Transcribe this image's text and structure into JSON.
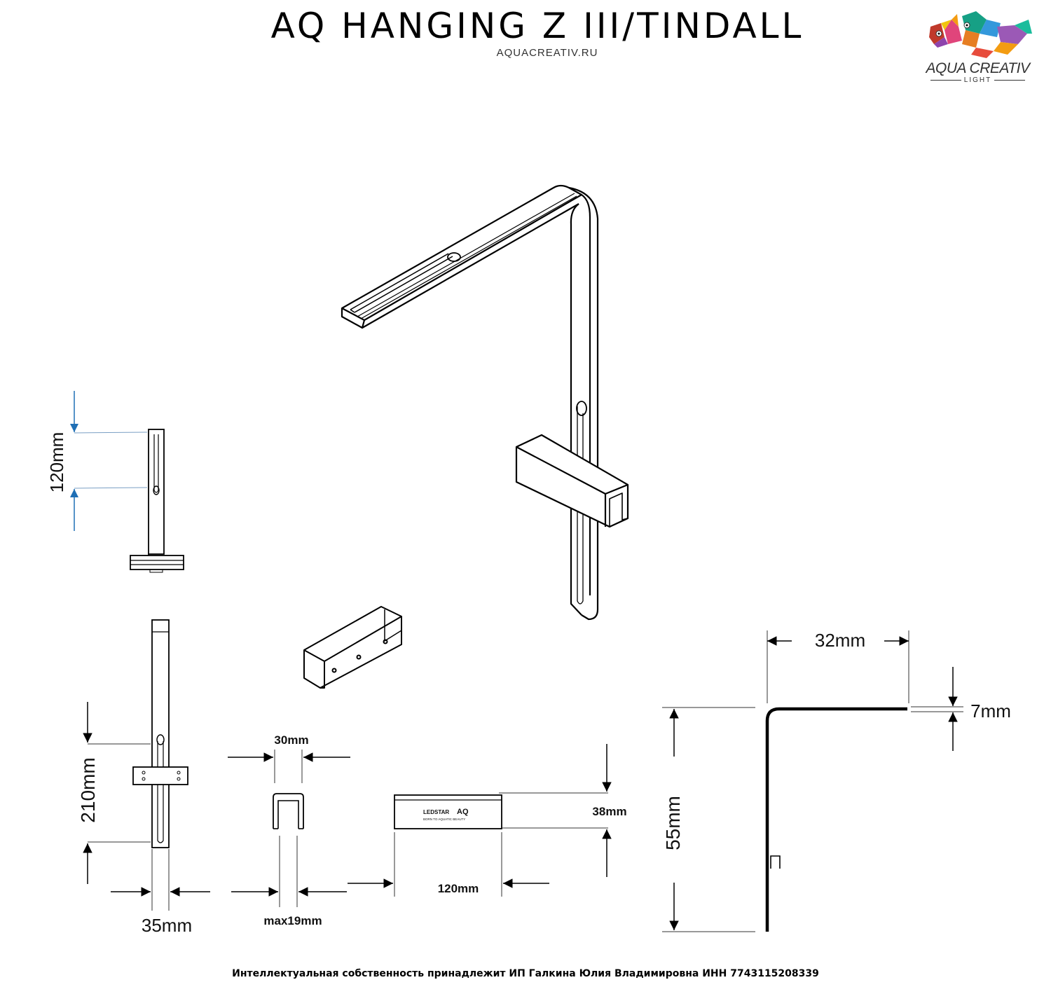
{
  "header": {
    "title": "AQ HANGING Z III/TINDALL",
    "subtitle": "AQUACREATIV.RU"
  },
  "logo": {
    "name": "AQUA CREATIV",
    "tagline": "LIGHT"
  },
  "dimensions": {
    "side_slot_length": "120mm",
    "front_slot_length": "210mm",
    "front_width": "35mm",
    "clamp_width": "30mm",
    "glass_max": "max19mm",
    "bracket_height": "38mm",
    "bracket_length": "120mm",
    "profile_width": "32mm",
    "profile_thickness": "7mm",
    "profile_height": "55mm"
  },
  "bracket_label": {
    "brand": "LEDSTAR",
    "model": "AQ",
    "slogan": "BORN TO AQUATIC BEAUTY"
  },
  "footer": {
    "copyright": "Интеллектуальная собственность принадлежит ИП Галкина Юлия Владимировна ИНН 7743115208339"
  },
  "colors": {
    "line": "#000000",
    "dimension_arrow": "#1f6fb5",
    "extension_line": "#7a9fc4"
  }
}
